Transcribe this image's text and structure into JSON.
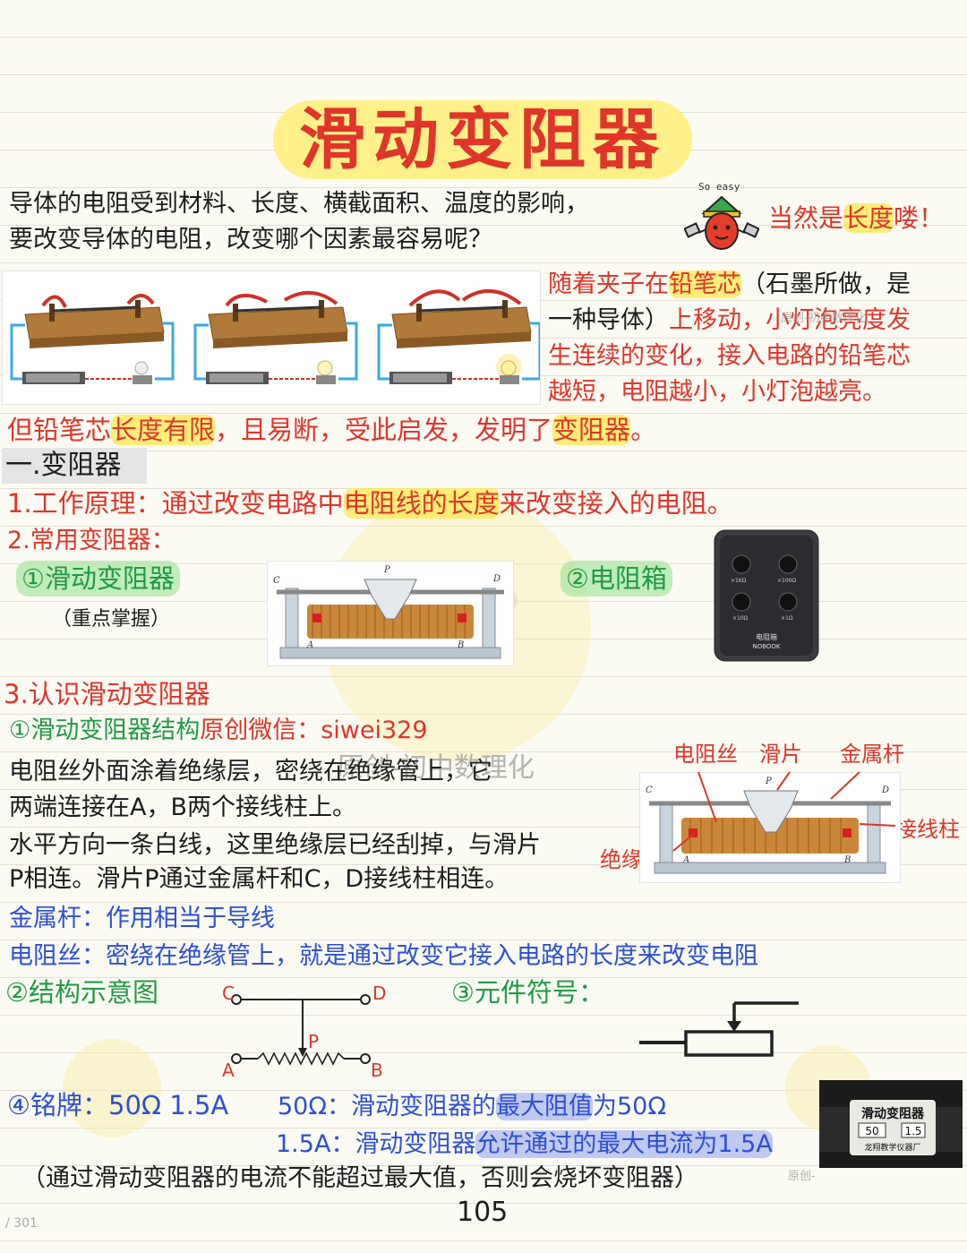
{
  "title": "滑动变阻器",
  "intro": {
    "line1": "导体的电阻受到材料、长度、横截面积、温度的影响，",
    "line2": "要改变导体的电阻，改变哪个因素最容易呢？",
    "mascot_caption": "So easy",
    "answer_pre": "当然是",
    "answer_hl": "长度",
    "answer_post": "喽！"
  },
  "pencil": {
    "l1a": "随着夹子在",
    "l1b": "铅笔芯",
    "l1c": "（石墨所做，是",
    "l2a": "一种导体）",
    "l2b": "上移动，小灯泡亮度发",
    "l3": "生连续的变化，接入电路的铅笔芯",
    "l4": "越短，电阻越小，小灯泡越亮。",
    "wm": "原创-初中数理化"
  },
  "limit": {
    "a": "但铅笔芯",
    "b": "长度有限",
    "c": "，且易断，受此启发，发明了",
    "d": "变阻器",
    "e": "。"
  },
  "section1": "一.变阻器",
  "principle": {
    "a": "1.工作原理：通过改变电路中",
    "b": "电阻线的长度",
    "c": "来改变接入的电阻。"
  },
  "common": "2.常用变阻器：",
  "type1": "①滑动变阻器",
  "type1_note": "（重点掌握）",
  "type2": "②电阻箱",
  "rheo_labels": {
    "c": "C",
    "p": "P",
    "d": "D",
    "a": "A",
    "b": "B"
  },
  "box_labels": {
    "name": "电阻箱",
    "brand": "NOBOOK",
    "k1": "×1KΩ",
    "k2": "×100Ω",
    "k3": "×10Ω",
    "k4": "×1Ω"
  },
  "section3": "3.认识滑动变阻器",
  "structure": {
    "title": "①滑动变阻器结构",
    "contact": "原创微信：siwei329",
    "wm": "原创-初中数理化",
    "l1": "电阻丝外面涂着绝缘层，密绕在绝缘管上，它",
    "l2": "两端连接在A，B两个接线柱上。",
    "l3": "水平方向一条白线，这里绝缘层已经刮掉，与滑片",
    "l4": "P相连。滑片P通过金属杆和C，D接线柱相连。"
  },
  "diagram_labels": {
    "wire": "电阻丝",
    "slider": "滑片",
    "rod": "金属杆",
    "terminal": "接线柱",
    "tube": "绝缘管"
  },
  "metal_rod": "金属杆：作用相当于导线",
  "res_wire": "电阻丝：密绕在绝缘管上，就是通过改变它接入电路的长度来改变电阻",
  "schematic": {
    "title": "②结构示意图",
    "c": "C",
    "d": "D",
    "p": "P",
    "a": "A",
    "b": "B"
  },
  "symbol_title": "③元件符号：",
  "nameplate": {
    "title": "④铭牌：50Ω 1.5A",
    "r1a": "50Ω：滑动变阻器的",
    "r1b": "最大阻值",
    "r1c": "为50Ω",
    "r2a": "1.5A：滑动变阻器",
    "r2b": "允许通过的最大电流为1.5A",
    "photo_title": "滑动变阻器",
    "photo_v1": "50",
    "photo_v2": "1.5",
    "photo_maker": "龙翔教学仪器厂",
    "wm": "原创-"
  },
  "warning": "（通过滑动变阻器的电流不能超过最大值，否则会烧坏变阻器）",
  "page_number": "105",
  "page_counter": "/ 301",
  "colors": {
    "red": "#e0352b",
    "blue": "#2d4fd6",
    "green": "#1f9a45",
    "highlight": "#ffe850"
  }
}
